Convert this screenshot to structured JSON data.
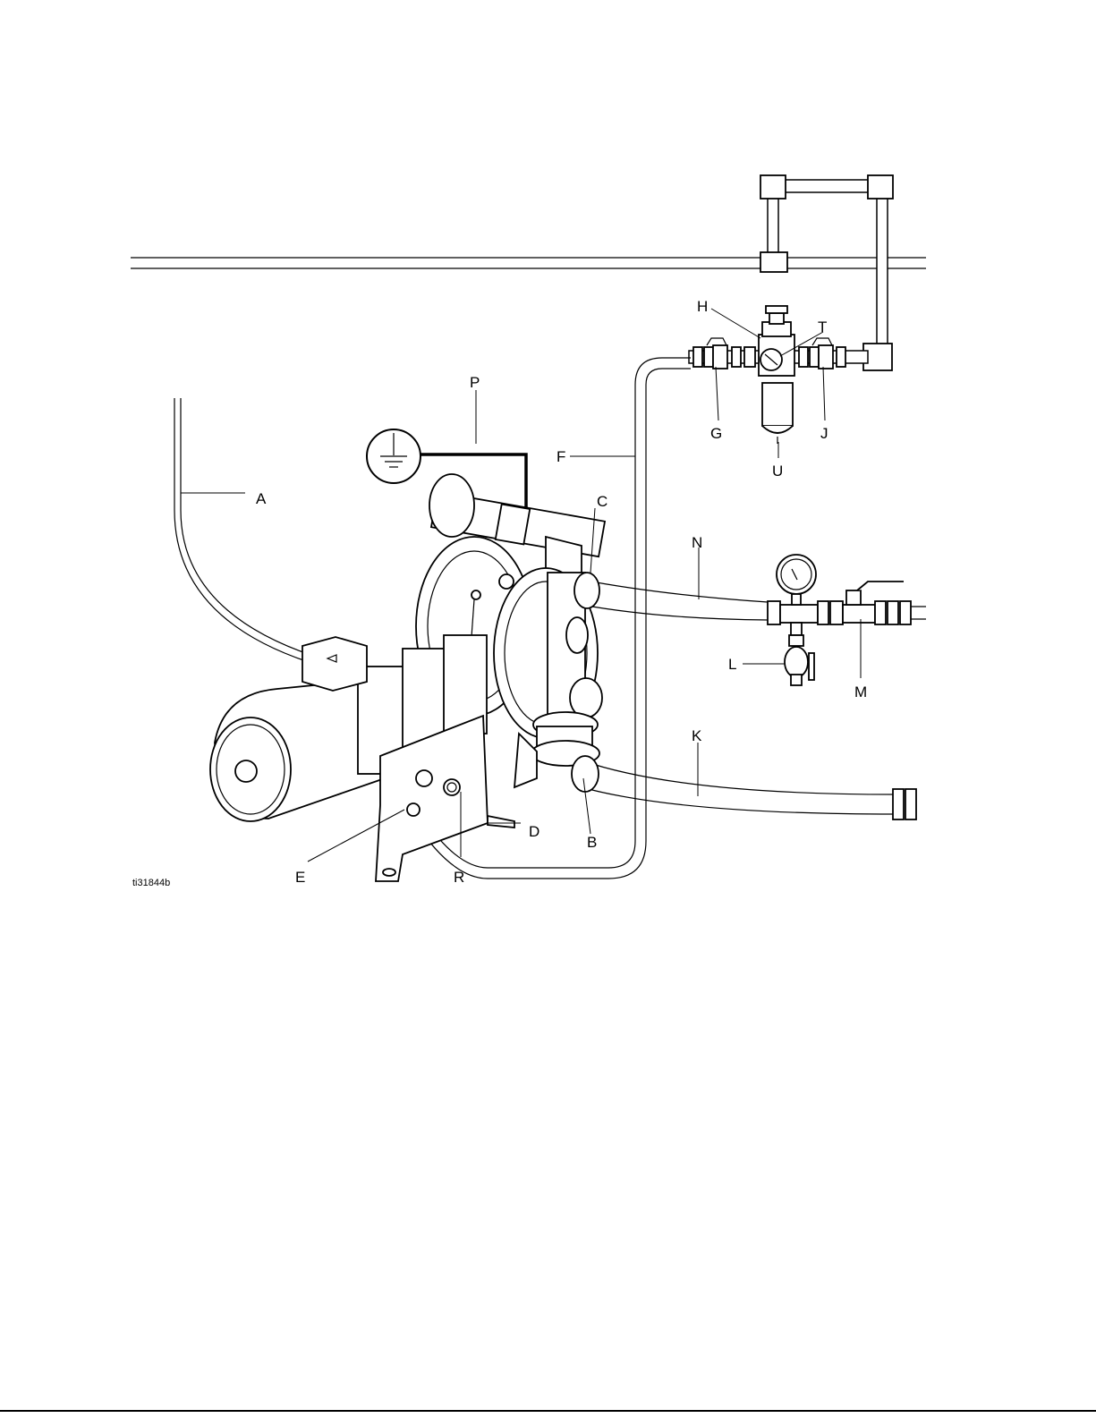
{
  "figure": {
    "tag": "ti31844b",
    "labels": {
      "A": "A",
      "B": "B",
      "C": "C",
      "D": "D",
      "E": "E",
      "F": "F",
      "G": "G",
      "H": "H",
      "J": "J",
      "K": "K",
      "L": "L",
      "M": "M",
      "N": "N",
      "P": "P",
      "R": "R",
      "T": "T",
      "U": "U"
    }
  }
}
